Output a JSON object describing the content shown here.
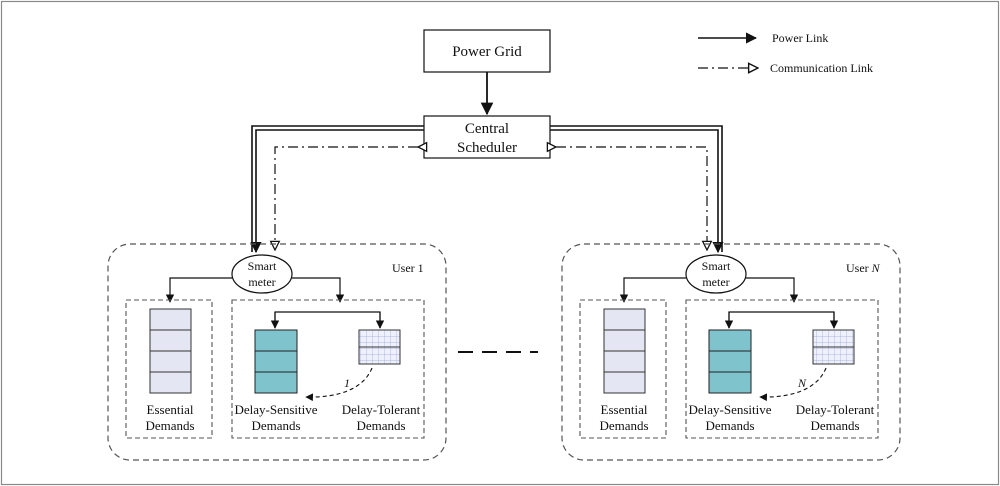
{
  "legend": {
    "power_link": "Power Link",
    "communication_link": "Communication Link"
  },
  "nodes": {
    "power_grid": "Power Grid",
    "central_scheduler_line1": "Central",
    "central_scheduler_line2": "Scheduler"
  },
  "users": [
    {
      "label_prefix": "User ",
      "label_index": "1",
      "smart_meter_line1": "Smart",
      "smart_meter_line2": "meter",
      "essential_line1": "Essential",
      "essential_line2": "Demands",
      "delay_sensitive_line1": "Delay-Sensitive",
      "delay_sensitive_line2": "Demands",
      "delay_tolerant_line1": "Delay-Tolerant",
      "delay_tolerant_line2": "Demands",
      "transfer_label": "1"
    },
    {
      "label_prefix": "User ",
      "label_index": "N",
      "smart_meter_line1": "Smart",
      "smart_meter_line2": "meter",
      "essential_line1": "Essential",
      "essential_line2": "Demands",
      "delay_sensitive_line1": "Delay-Sensitive",
      "delay_sensitive_line2": "Demands",
      "delay_tolerant_line1": "Delay-Tolerant",
      "delay_tolerant_line2": "Demands",
      "transfer_label": "N"
    }
  ],
  "colors": {
    "essential_fill": "#e4e6f3",
    "sensitive_fill": "#7fc3cd",
    "tolerant_fill": "#eef1fb",
    "tolerant_grid": "#9aa6d6",
    "line": "#111111",
    "dashed_border": "#555555"
  }
}
